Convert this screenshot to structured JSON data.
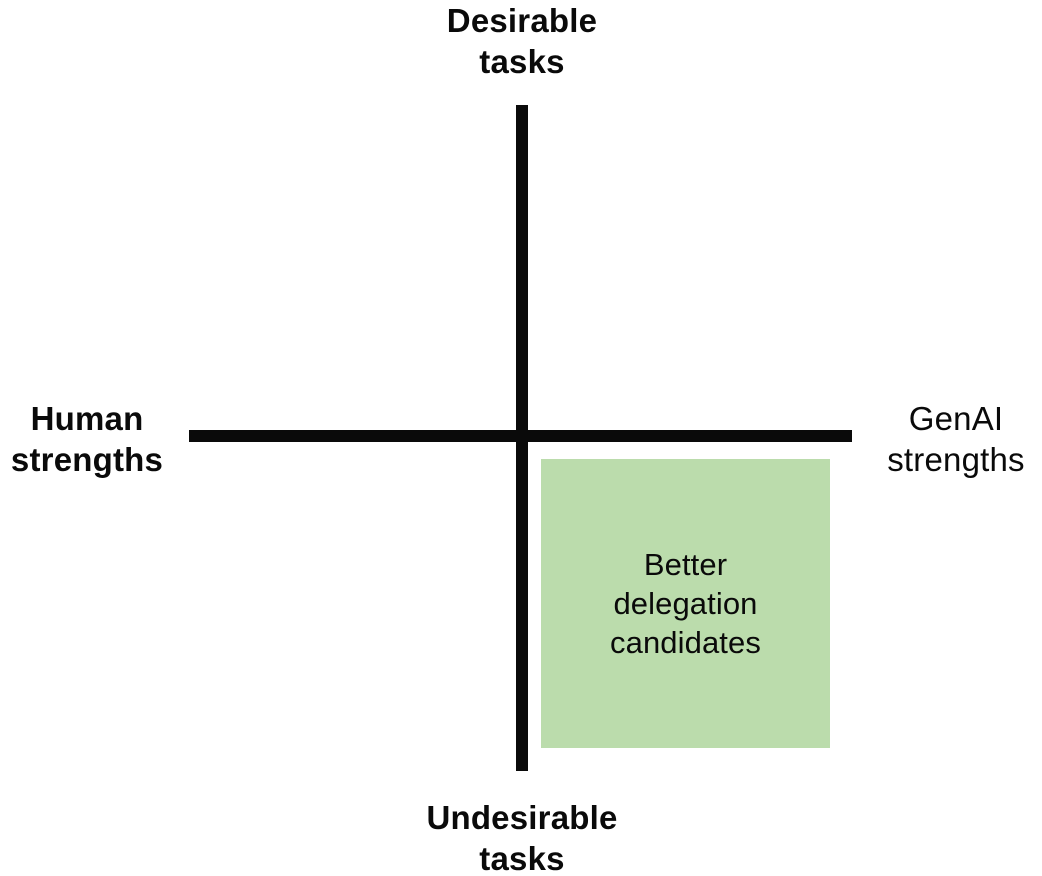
{
  "chart_data": {
    "type": "scatter",
    "title": "",
    "subtitle": "",
    "layout": "2x2-quadrant-matrix",
    "xlabel": "",
    "ylabel": "",
    "axes": {
      "x": {
        "negative_end_label": "Human\nstrengths",
        "positive_end_label": "GenAI\nstrengths"
      },
      "y": {
        "positive_end_label": "Desirable\ntasks",
        "negative_end_label": "Undesirable\ntasks"
      }
    },
    "annotations": [
      {
        "text": "Better\ndelegation\ncandidates",
        "quadrant": "bottom-right",
        "shape": "rectangle",
        "fill": "#bbdcac"
      }
    ],
    "grid": false,
    "legend": null,
    "series": []
  },
  "canvas": {
    "background": "#ffffff",
    "axis_color": "#0a0a0a",
    "highlight_color": "#bbdcac",
    "text_color": "#0a0a0a"
  },
  "labels": {
    "top": "Desirable\ntasks",
    "bottom": "Undesirable\ntasks",
    "left": "Human\nstrengths",
    "right": "GenAI\nstrengths"
  },
  "highlight": {
    "text": "Better\ndelegation\ncandidates"
  }
}
